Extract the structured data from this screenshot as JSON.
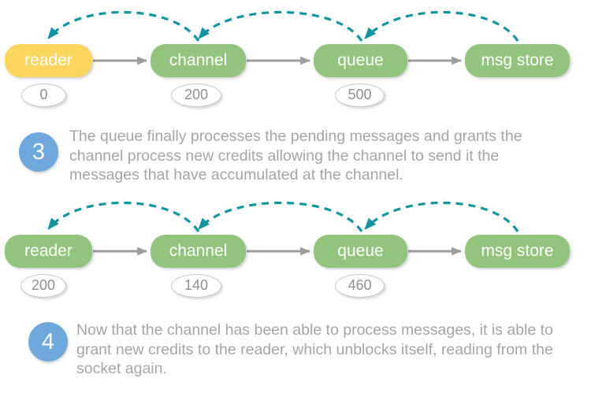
{
  "colors": {
    "node_green": "#93C47D",
    "node_yellow": "#FAD65F",
    "credit_teal": "#1195A3",
    "arrow_gray": "#9C9C9C",
    "step_blue": "#6FA8DC",
    "text_gray": "#A5A5A5",
    "credit_text": "#8F8F8F",
    "oval_border": "#C8C8C8"
  },
  "diagrams": [
    {
      "state": "after-step-3",
      "nodes": [
        {
          "label": "reader",
          "color": "#FAD65F"
        },
        {
          "label": "channel",
          "color": "#93C47D"
        },
        {
          "label": "queue",
          "color": "#93C47D"
        },
        {
          "label": "msg store",
          "color": "#93C47D"
        }
      ],
      "credits": [
        "0",
        "200",
        "500"
      ]
    },
    {
      "state": "after-step-4",
      "nodes": [
        {
          "label": "reader",
          "color": "#93C47D"
        },
        {
          "label": "channel",
          "color": "#93C47D"
        },
        {
          "label": "queue",
          "color": "#93C47D"
        },
        {
          "label": "msg store",
          "color": "#93C47D"
        }
      ],
      "credits": [
        "200",
        "140",
        "460"
      ]
    }
  ],
  "steps": [
    {
      "number": "3",
      "lines": [
        "The queue finally processes the pending messages and grants the",
        "channel process new credits allowing the channel to send it the",
        "messages that have accumulated at the channel."
      ]
    },
    {
      "number": "4",
      "lines": [
        "Now that the channel has been able to process messages, it is able to",
        "grant new credits to the reader, which unblocks itself, reading from the",
        "socket again."
      ]
    }
  ]
}
